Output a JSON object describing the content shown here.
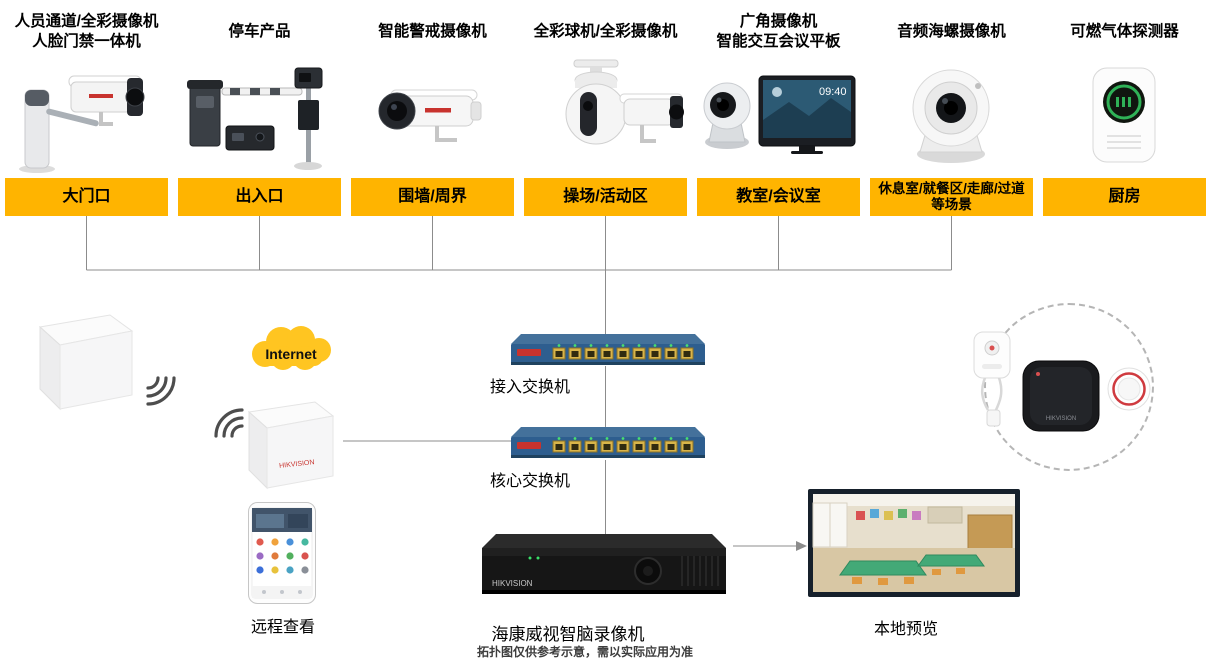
{
  "brand": "HIKVISION",
  "colors": {
    "label_yellow": "#FFB400",
    "cloud_yellow": "#FFC521",
    "switch_blue": "#2E5E8F",
    "line_gray": "#8C8C8C"
  },
  "columns": [
    {
      "title": "人员通道/全彩摄像机\n人脸门禁一体机",
      "label": "大门口",
      "icon": "turnstile-and-bullet-camera"
    },
    {
      "title": "停车产品",
      "label": "出入口",
      "icon": "parking-barrier-kit"
    },
    {
      "title": "智能警戒摄像机",
      "label": "围墙/周界",
      "icon": "bullet-camera"
    },
    {
      "title": "全彩球机/全彩摄像机",
      "label": "操场/活动区",
      "icon": "ptz-dome-and-bullet-camera"
    },
    {
      "title": "广角摄像机\n智能交互会议平板",
      "label": "教室/会议室",
      "icon": "turret-camera-and-meeting-panel",
      "panel_time": "09:40"
    },
    {
      "title": "音频海螺摄像机",
      "label": "休息室/就餐区/走廊/过道等场景",
      "icon": "audio-turret-camera"
    },
    {
      "title": "可燃气体探测器",
      "label": "厨房",
      "icon": "gas-detector"
    }
  ],
  "middle": {
    "internet": "Internet",
    "access_switch": "接入交换机",
    "core_switch": "核心交换机",
    "remote_view": "远程查看",
    "nvr": "海康威视智脑录像机",
    "local_preview": "本地预览"
  },
  "footer": {
    "disclaimer": "拓扑图仅供参考示意，需以实际应用为准"
  }
}
